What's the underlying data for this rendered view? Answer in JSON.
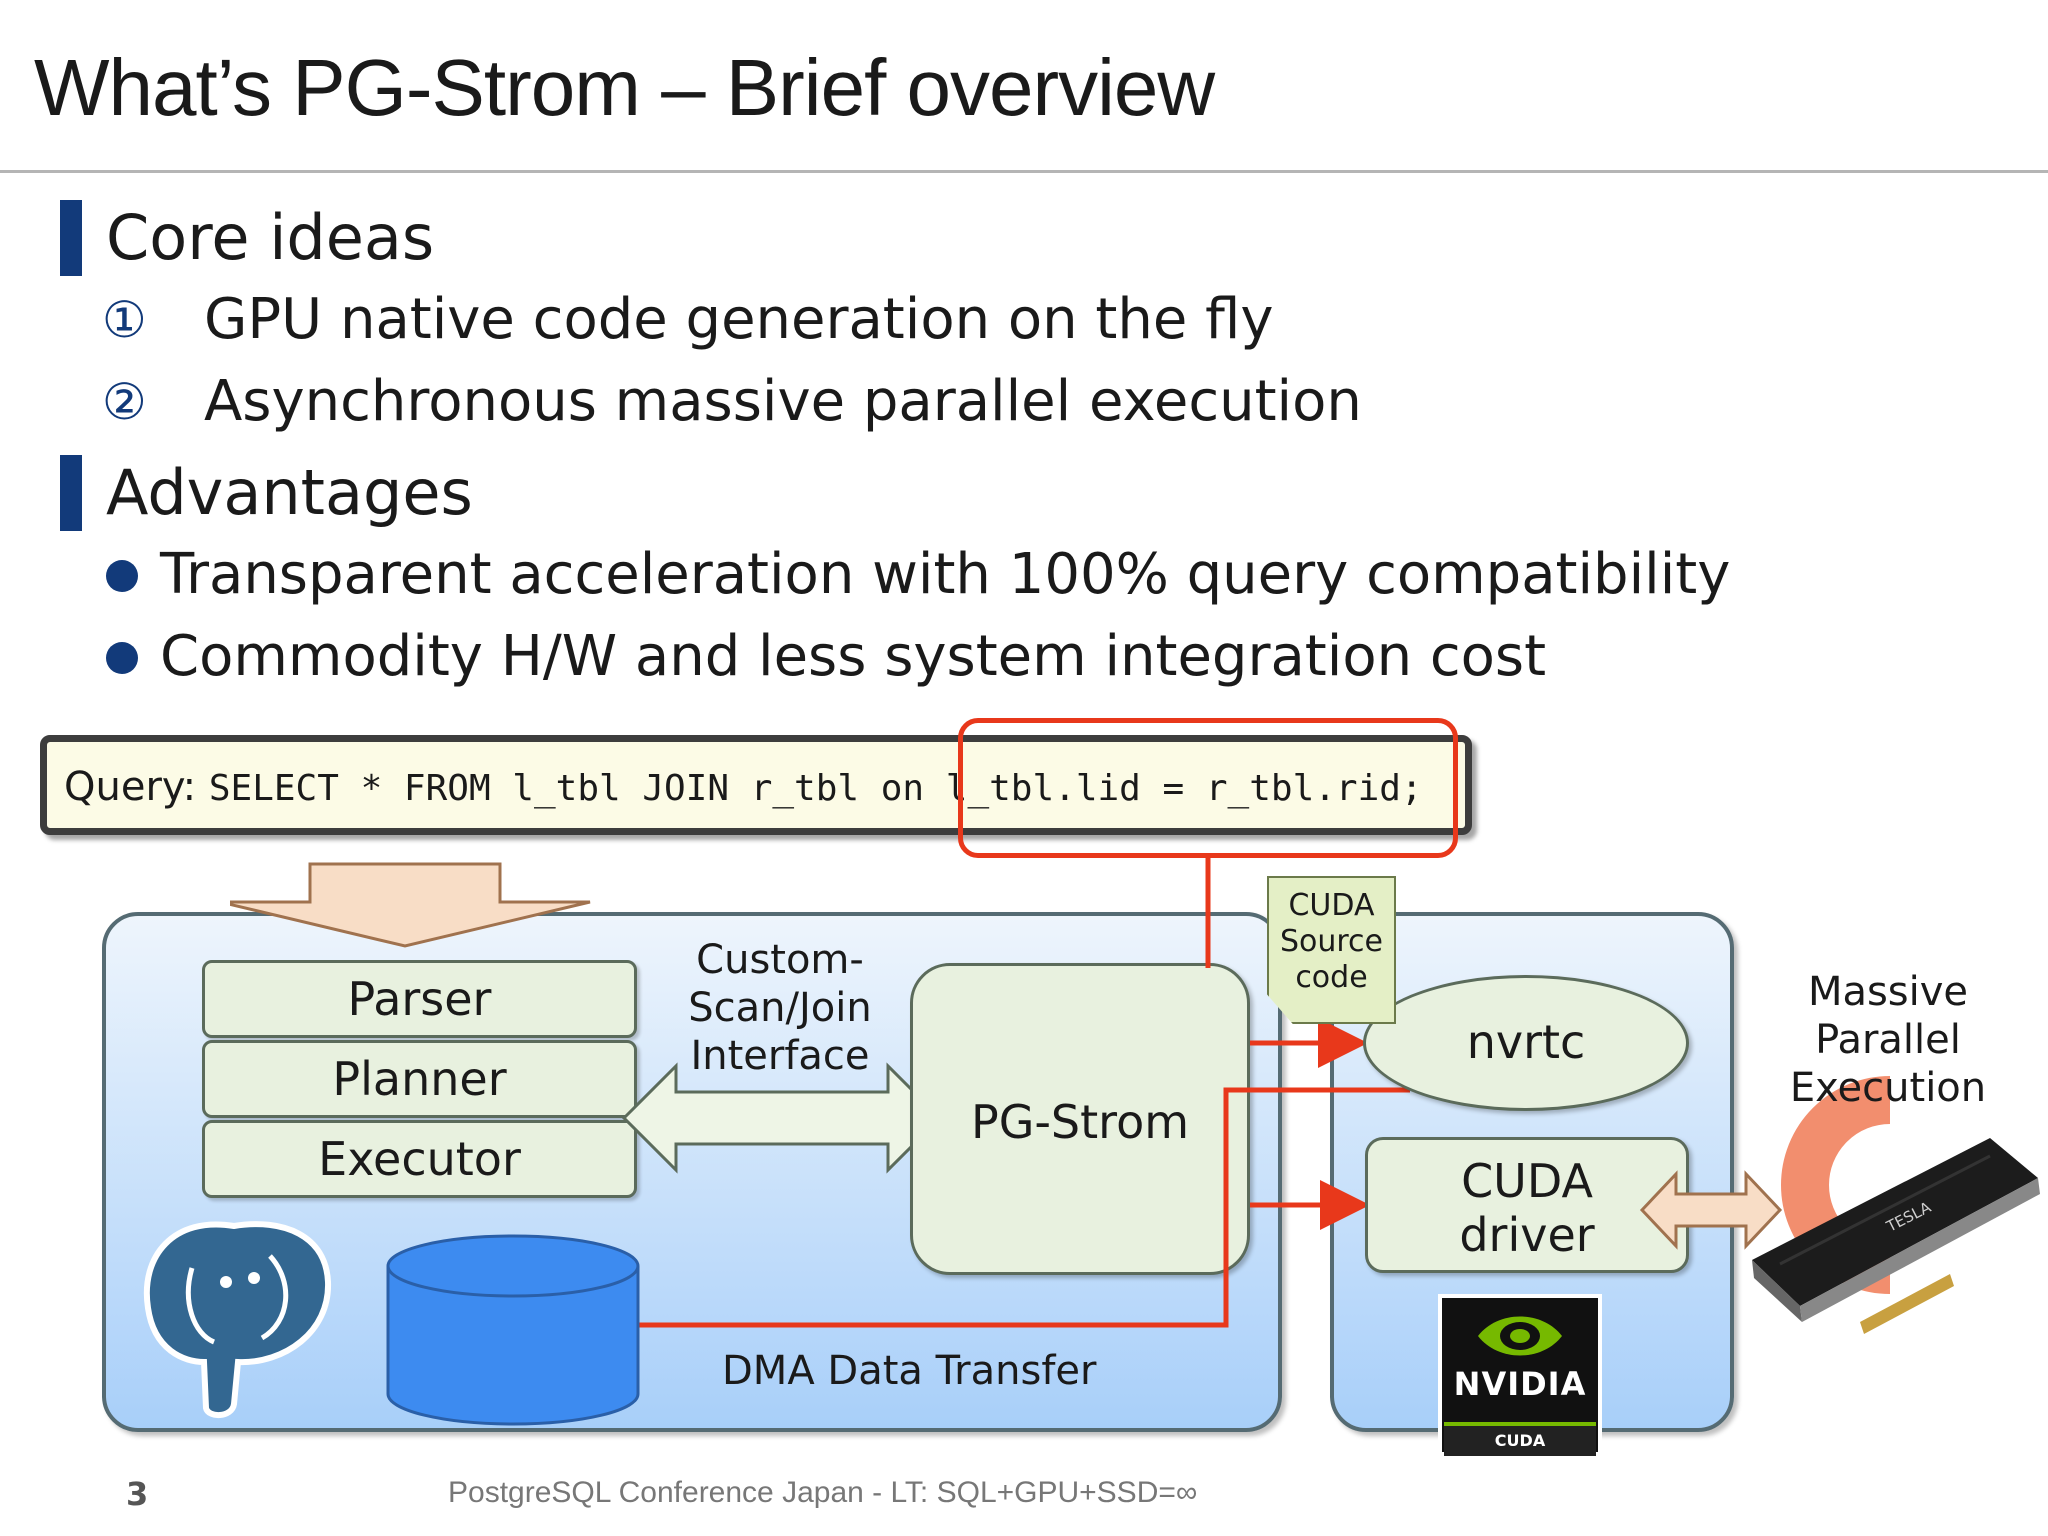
{
  "slide": {
    "title": "What’s PG-Strom – Brief overview",
    "page_number": "3",
    "footer": "PostgreSQL Conference Japan - LT: SQL+GPU+SSD=∞"
  },
  "core_ideas": {
    "heading": "Core ideas",
    "items": [
      {
        "marker": "①",
        "text": "GPU native code generation on the fly"
      },
      {
        "marker": "②",
        "text": "Asynchronous massive parallel execution"
      }
    ]
  },
  "advantages": {
    "heading": "Advantages",
    "items": [
      {
        "text": "Transparent acceleration with 100% query compatibility"
      },
      {
        "text": "Commodity H/W and less system integration cost"
      }
    ]
  },
  "diagram": {
    "query_label": "Query:",
    "query_code_a": "SELECT * FROM l_tbl JOIN r_tbl on ",
    "query_code_b": "l_tbl.lid = r_tbl.rid;",
    "stack": [
      "Parser",
      "Planner",
      "Executor"
    ],
    "interface_label": [
      "Custom-",
      "Scan/Join",
      "Interface"
    ],
    "pgstrom": "PG-Strom",
    "cuda_source": [
      "CUDA",
      "Source",
      "code"
    ],
    "nvrtc": "nvrtc",
    "cuda_driver": [
      "CUDA",
      "driver"
    ],
    "massive": [
      "Massive",
      "Parallel",
      "Execution"
    ],
    "dma": "DMA Data Transfer",
    "nvidia": "NVIDIA",
    "cuda_badge": "CUDA",
    "tesla": "TESLA",
    "colors": {
      "accent": "#123a7a",
      "highlight": "#e8381b",
      "box_fill": "#e8f1df",
      "db_fill": "#3d8bf0"
    }
  }
}
